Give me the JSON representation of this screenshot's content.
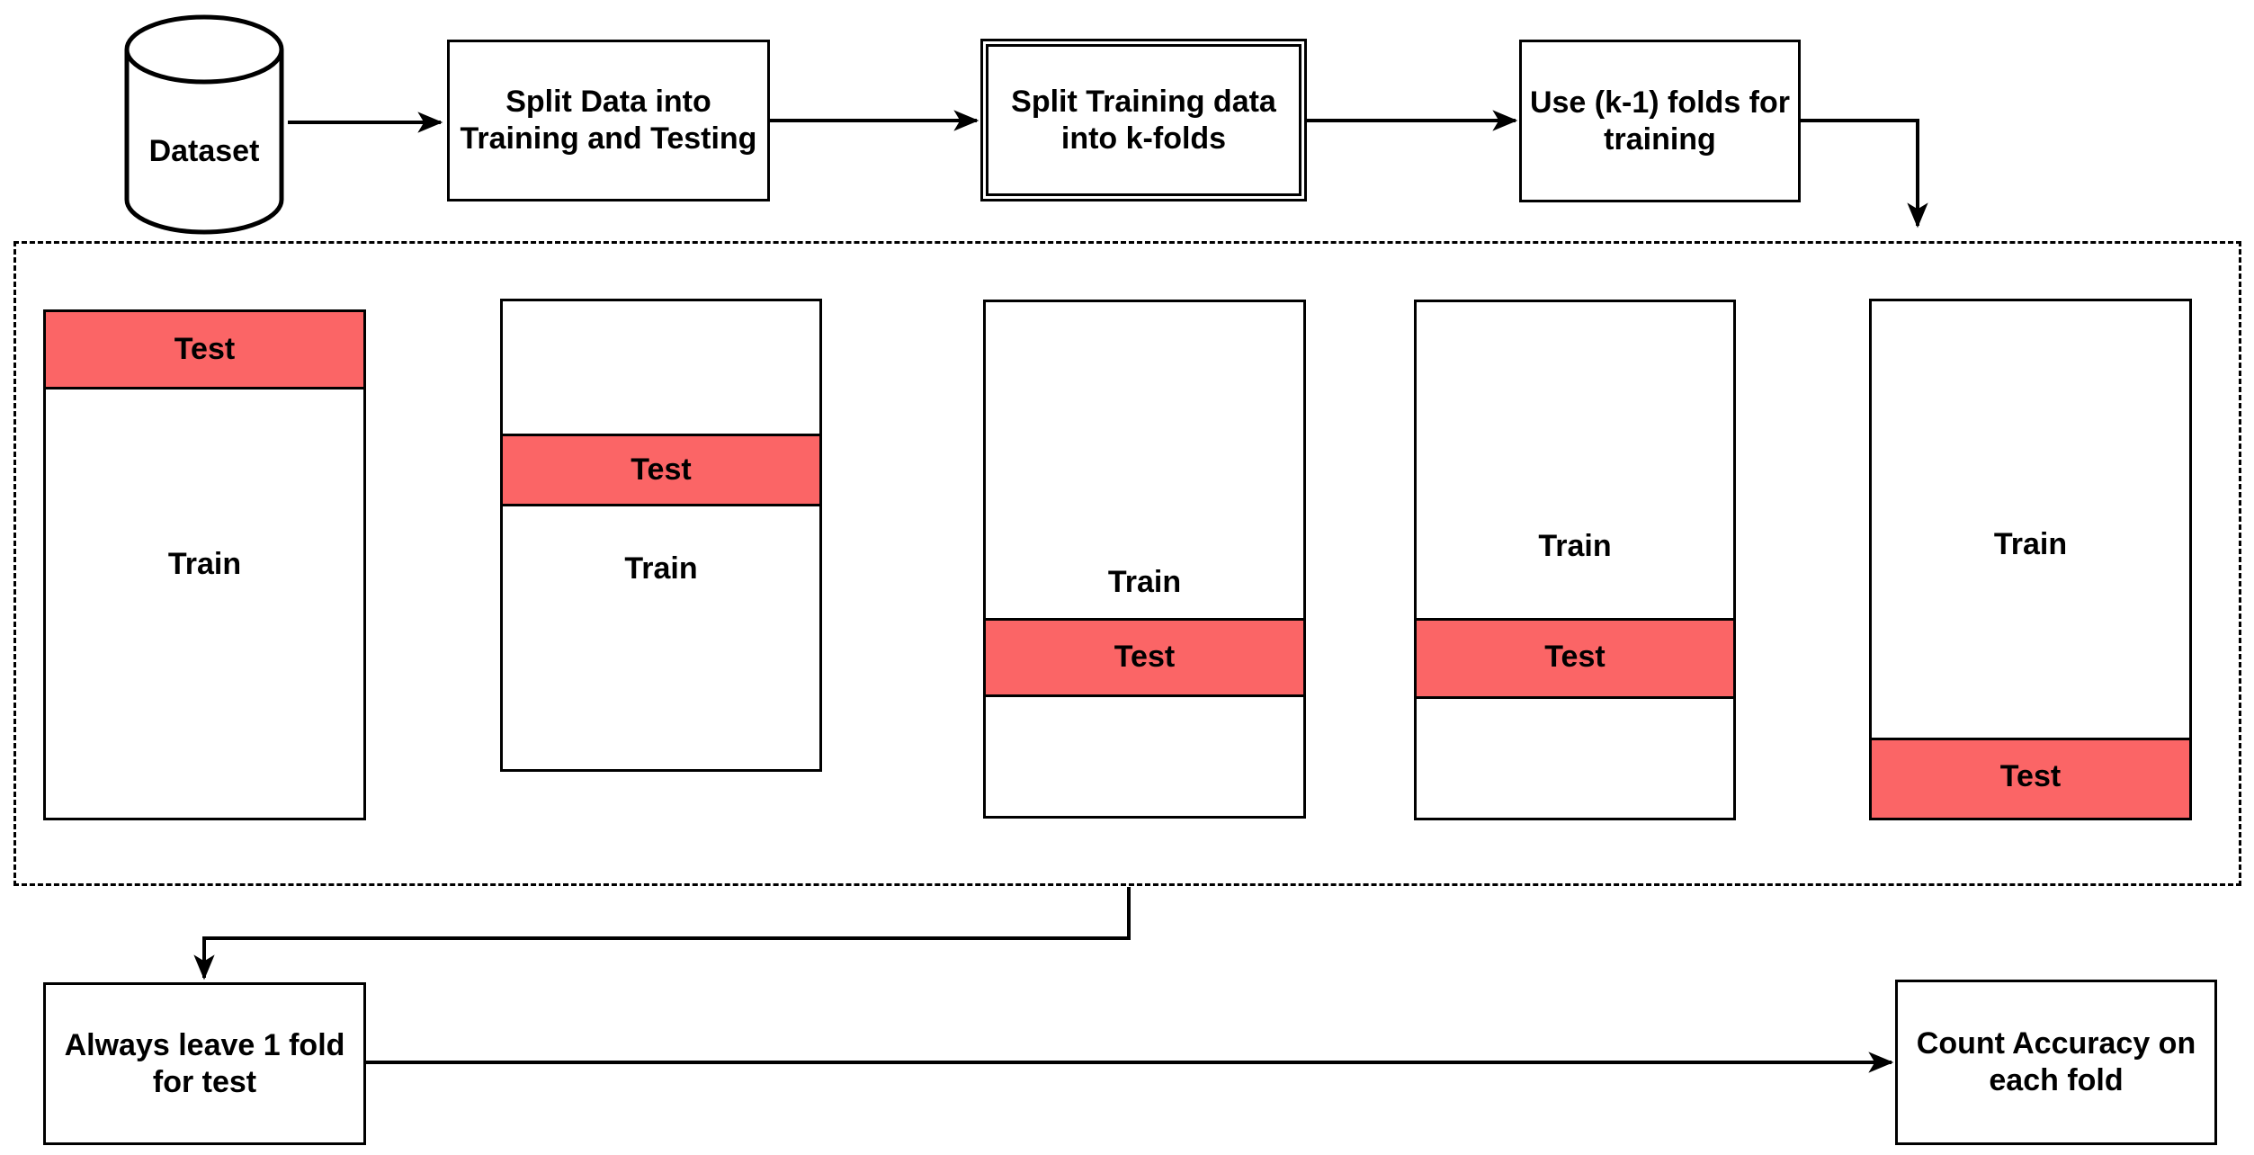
{
  "diagram": {
    "dataset": {
      "label": "Dataset"
    },
    "steps": [
      {
        "label": "Split Data into Training and Testing"
      },
      {
        "label": "Split Training data into k-folds"
      },
      {
        "label": "Use (k-1) folds for training"
      }
    ],
    "folds": [
      {
        "test_label": "Test",
        "train_label": "Train",
        "test_position": "top"
      },
      {
        "test_label": "Test",
        "train_label": "Train",
        "test_position": "upper-middle"
      },
      {
        "test_label": "Test",
        "train_label": "Train",
        "test_position": "lower-middle"
      },
      {
        "test_label": "Test",
        "train_label": "Train",
        "test_position": "lower-middle"
      },
      {
        "test_label": "Test",
        "train_label": "Train",
        "test_position": "bottom"
      }
    ],
    "bottom_steps": [
      {
        "label": "Always leave 1 fold for test"
      },
      {
        "label": "Count Accuracy on each fold"
      }
    ],
    "colors": {
      "test_fill": "#FB6566",
      "stroke": "#000000",
      "background": "#FFFFFF"
    }
  }
}
